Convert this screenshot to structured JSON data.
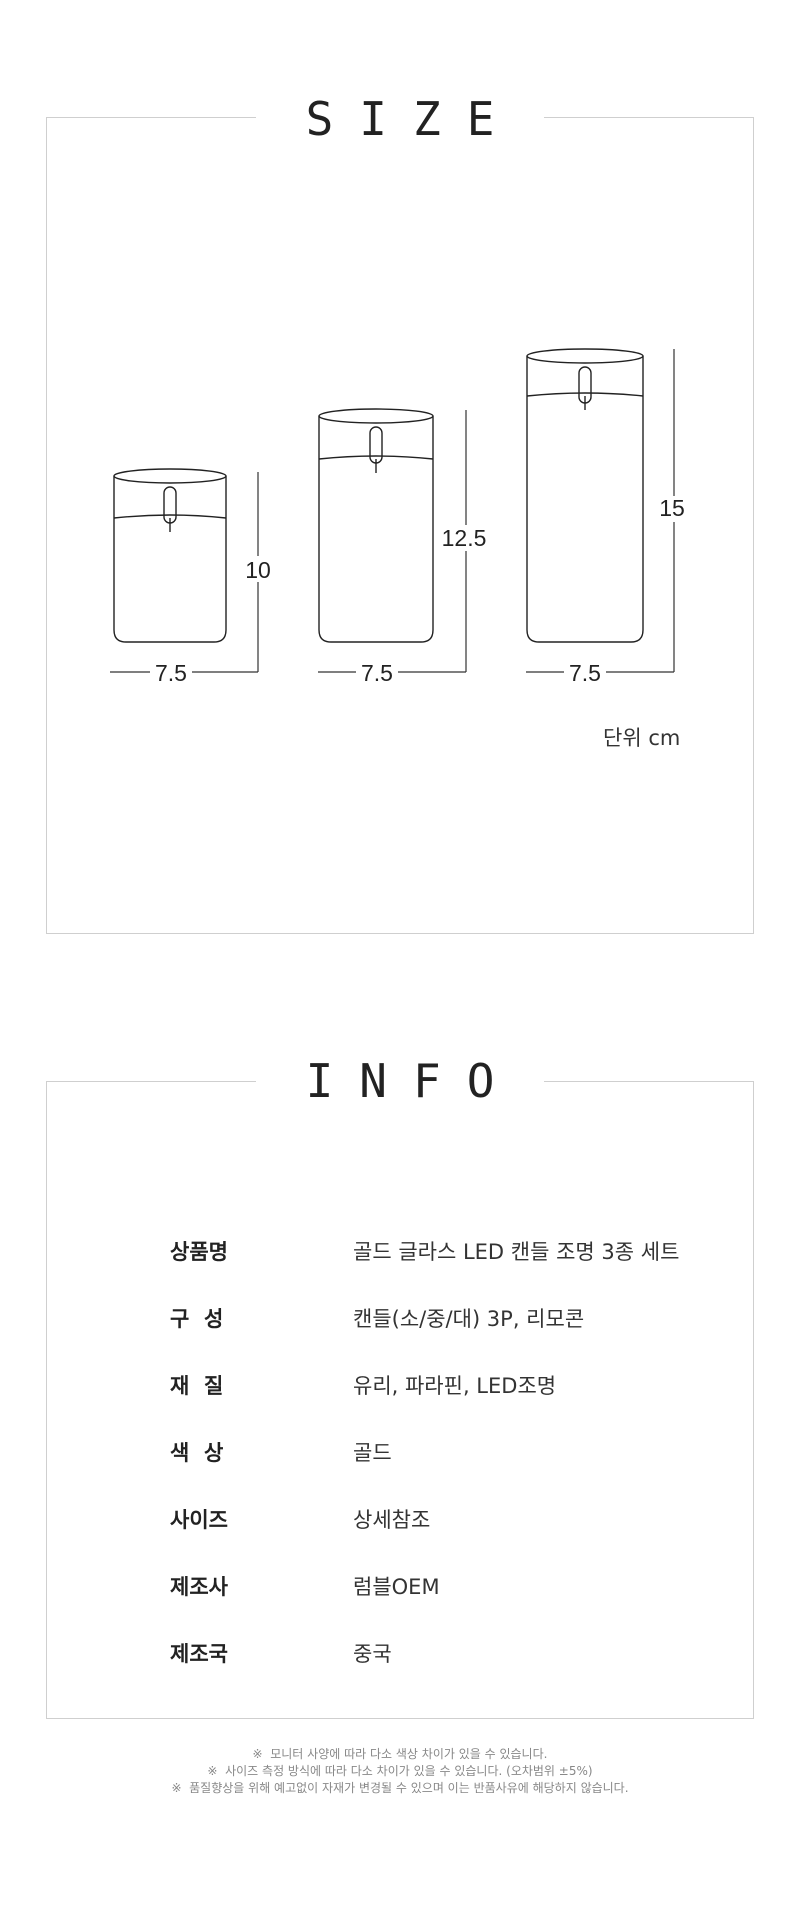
{
  "size_section": {
    "heading": "SIZE",
    "unit_label": "단위 cm",
    "candles": [
      {
        "height_label": "10",
        "width_label": "7.5"
      },
      {
        "height_label": "12.5",
        "width_label": "7.5"
      },
      {
        "height_label": "15",
        "width_label": "7.5"
      }
    ]
  },
  "info_section": {
    "heading": "INFO",
    "rows": [
      {
        "label": "상품명",
        "value": "골드 글라스 LED 캔들 조명 3종 세트"
      },
      {
        "label": "구  성",
        "value": "캔들(소/중/대) 3P, 리모콘"
      },
      {
        "label": "재  질",
        "value": "유리, 파라핀, LED조명"
      },
      {
        "label": "색  상",
        "value": "골드"
      },
      {
        "label": "사이즈",
        "value": "상세참조"
      },
      {
        "label": "제조사",
        "value": "럼블OEM"
      },
      {
        "label": "제조국",
        "value": "중국"
      }
    ]
  },
  "notes": [
    "※  모니터 사양에 따라 다소 색상 차이가 있을 수 있습니다.",
    "※  사이즈 측정 방식에 따라 다소 차이가 있을 수 있습니다. (오차범위 ±5%)",
    "※  품질향상을 위해 예고없이 자재가 변경될 수 있으며 이는 반품사유에 해당하지 않습니다."
  ]
}
